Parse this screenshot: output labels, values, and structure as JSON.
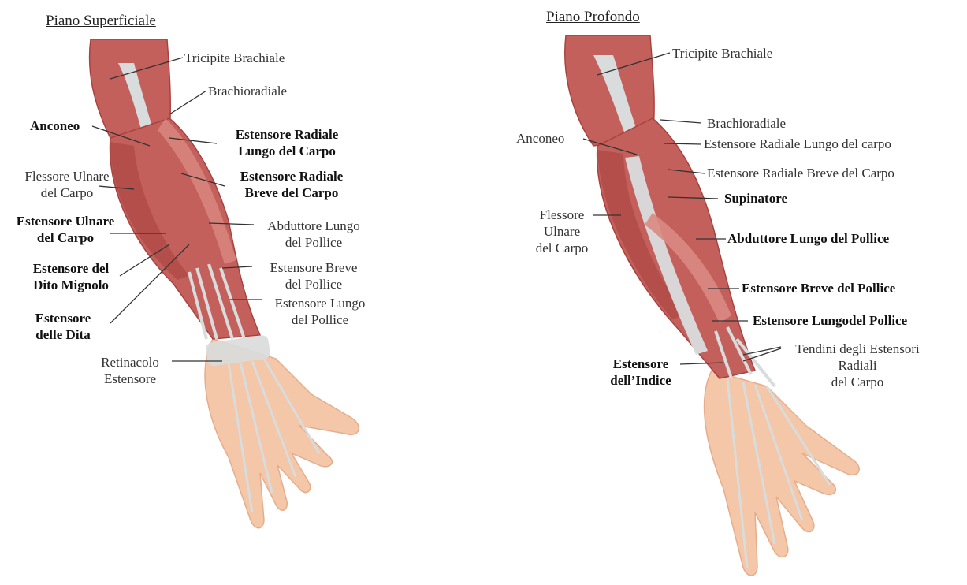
{
  "left": {
    "title": "Piano Superficiale",
    "labels": {
      "tricipite": "Tricipite Brachiale",
      "brachioradiale": "Brachioradiale",
      "anconeo": "Anconeo",
      "est_rad_lungo_1": "Estensore Radiale",
      "est_rad_lungo_2": "Lungo del Carpo",
      "flessore_ulnare_1": "Flessore Ulnare",
      "flessore_ulnare_2": "del Carpo",
      "est_rad_breve_1": "Estensore Radiale",
      "est_rad_breve_2": "Breve del Carpo",
      "est_ulnare_1": "Estensore Ulnare",
      "est_ulnare_2": "del Carpo",
      "abduttore_1": "Abduttore Lungo",
      "abduttore_2": "del Pollice",
      "est_mignolo_1": "Estensore del",
      "est_mignolo_2": "Dito Mignolo",
      "est_breve_pollice_1": "Estensore Breve",
      "est_breve_pollice_2": "del Pollice",
      "est_lungo_pollice_1": "Estensore Lungo",
      "est_lungo_pollice_2": "del Pollice",
      "est_dita_1": "Estensore",
      "est_dita_2": "delle Dita",
      "retinacolo_1": "Retinacolo",
      "retinacolo_2": "Estensore"
    }
  },
  "right": {
    "title": "Piano Profondo",
    "labels": {
      "tricipite": "Tricipite Brachiale",
      "brachioradiale": "Brachioradiale",
      "anconeo": "Anconeo",
      "est_rad_lungo": "Estensore Radiale Lungo del carpo",
      "est_rad_breve": "Estensore Radiale Breve del Carpo",
      "supinatore": "Supinatore",
      "flessore_ulnare_1": "Flessore",
      "flessore_ulnare_2": "Ulnare",
      "flessore_ulnare_3": "del Carpo",
      "abduttore": "Abduttore Lungo del Pollice",
      "est_breve_pollice": "Estensore Breve del Pollice",
      "est_lungo_pollice": "Estensore Lungodel Pollice",
      "tendini_1": "Tendini degli Estensori",
      "tendini_2": "Radiali",
      "tendini_3": "del Carpo",
      "est_indice_1": "Estensore",
      "est_indice_2": "dell’Indice"
    }
  },
  "colors": {
    "muscle": "#c4605c",
    "muscle_dark": "#a9423f",
    "muscle_light": "#d98a82",
    "tendon": "#d9dcdc",
    "skin": "#f3c7a8",
    "skin_dark": "#e6ad8c",
    "leader": "#333333"
  }
}
